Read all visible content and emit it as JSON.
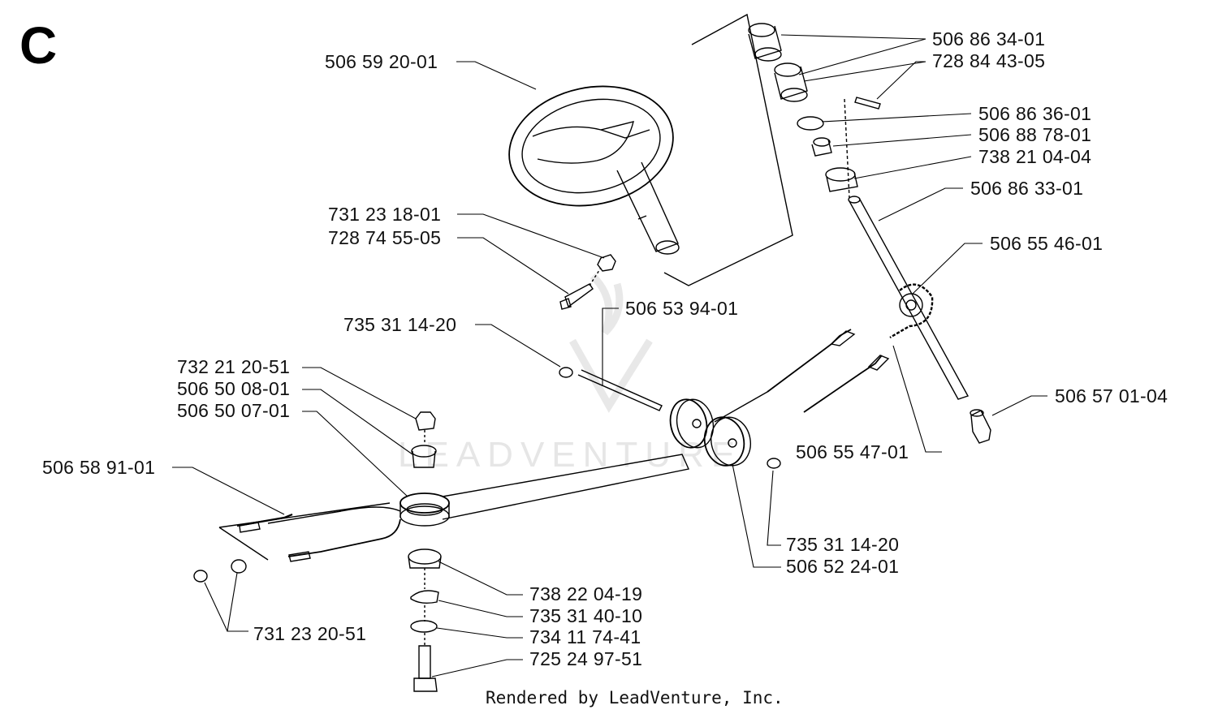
{
  "section_letter": "C",
  "watermark": "LEADVENTURE",
  "footer": "Rendered by LeadVenture, Inc.",
  "parts": [
    {
      "id": "steering-wheel",
      "number": "506 59 20-01"
    },
    {
      "id": "steering-bushing-top",
      "number": "506 86 34-01"
    },
    {
      "id": "set-screw",
      "number": "728 84 43-05"
    },
    {
      "id": "washer-top",
      "number": "506 86 36-01"
    },
    {
      "id": "bushing-flanged",
      "number": "506 88 78-01"
    },
    {
      "id": "ball-bearing-top",
      "number": "738 21 04-04"
    },
    {
      "id": "steering-shaft",
      "number": "506 86 33-01"
    },
    {
      "id": "sprocket-chain",
      "number": "506 55 46-01"
    },
    {
      "id": "wheel-bolt",
      "number": "731 23 18-01"
    },
    {
      "id": "wheel-nut",
      "number": "728 74 55-05"
    },
    {
      "id": "axle-clip",
      "number": "735 31 14-20"
    },
    {
      "id": "pulley-axle",
      "number": "506 53 94-01"
    },
    {
      "id": "shaft-bolt",
      "number": "506 57 01-04"
    },
    {
      "id": "lock-nut",
      "number": "732 21 20-51"
    },
    {
      "id": "spacer",
      "number": "506 50 08-01"
    },
    {
      "id": "cable-pulley",
      "number": "506 50 07-01"
    },
    {
      "id": "steering-cable",
      "number": "506 58 91-01"
    },
    {
      "id": "cable-assembly",
      "number": "506 55 47-01"
    },
    {
      "id": "pulley-clip",
      "number": "735 31 14-20"
    },
    {
      "id": "guide-pulley",
      "number": "506 52 24-01"
    },
    {
      "id": "ball-bearing-bottom",
      "number": "738 22 04-19"
    },
    {
      "id": "retaining-ring",
      "number": "735 31 40-10"
    },
    {
      "id": "flat-washer",
      "number": "734 11 74-41"
    },
    {
      "id": "pivot-bolt",
      "number": "725 24 97-51"
    },
    {
      "id": "cable-nuts",
      "number": "731 23 20-51"
    }
  ]
}
